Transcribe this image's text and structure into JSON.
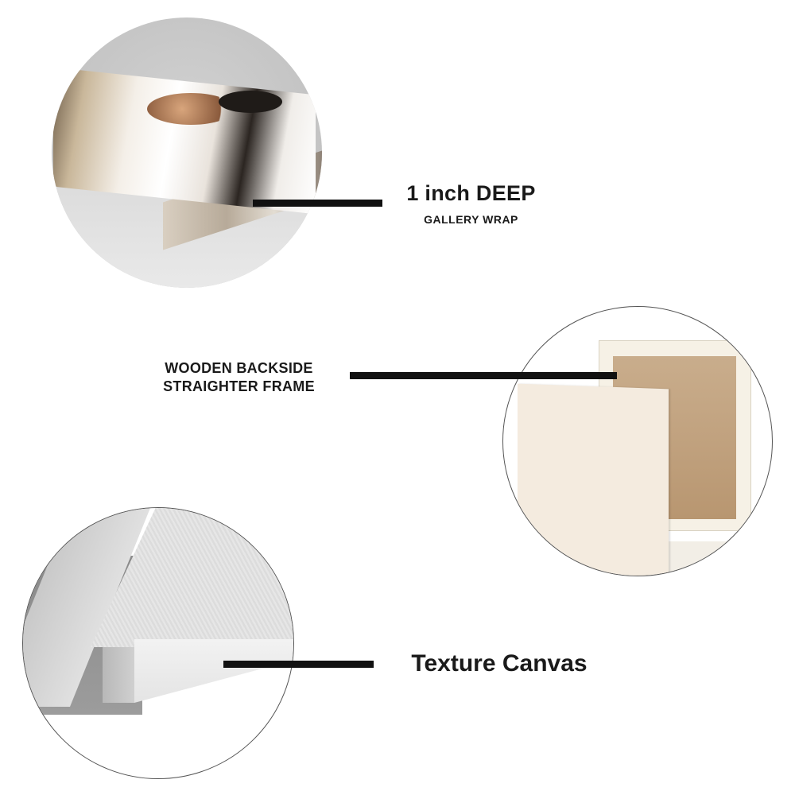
{
  "features": [
    {
      "id": "gallery-wrap",
      "title": "1 inch DEEP",
      "subtitle": "GALLERY WRAP",
      "image": "canvas-print-couple-photo-side-view"
    },
    {
      "id": "wooden-backside",
      "title_line1": "WOODEN BACKSIDE",
      "title_line2": "STRAIGHTER FRAME",
      "image": "canvas-back-wooden-stretcher-frame"
    },
    {
      "id": "texture-canvas",
      "title": "Texture Canvas",
      "image": "canvas-corner-texture-closeup"
    }
  ],
  "colors": {
    "text": "#1a1a1a",
    "leader_line": "#111111",
    "background": "#ffffff"
  }
}
